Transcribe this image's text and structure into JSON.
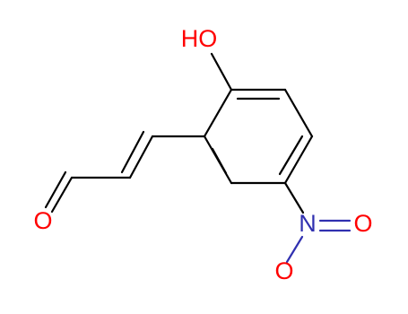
{
  "molecule": {
    "atoms": {
      "hydroxyl_label": "HO",
      "nitrogen_label": "N",
      "nitro_oxygen_label": "O",
      "aldehyde_oxygen_label": "O"
    },
    "colors": {
      "bond": "#000000",
      "oxygen": "#ff0000",
      "nitrogen": "#3030b0"
    }
  }
}
